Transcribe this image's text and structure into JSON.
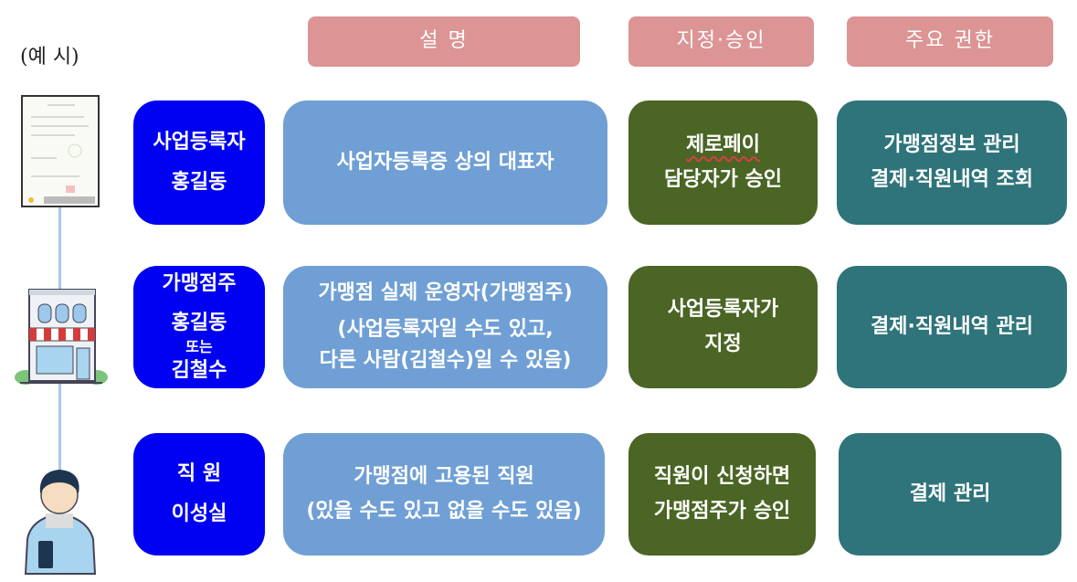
{
  "example_label": "(예 시)",
  "headers": [
    "설 명",
    "지정·승인",
    "주요 권한"
  ],
  "rows": [
    {
      "role": "사업등록자",
      "name_lines": [
        "홍길동"
      ],
      "description": [
        "사업자등록증 상의 대표자"
      ],
      "approval": [
        "제로페이",
        "담당자가 승인"
      ],
      "permissions": [
        "가맹점정보 관리",
        "결제·직원내역 조회"
      ],
      "icon": "business-registration-document-icon"
    },
    {
      "role": "가맹점주",
      "name_lines": [
        "홍길동",
        "또는",
        "김철수"
      ],
      "description": [
        "가맹점 실제 운영자(가맹점주)",
        "(사업등록자일 수도 있고,",
        "다른 사람(김철수)일 수 있음)"
      ],
      "approval": [
        "사업등록자가",
        "지정"
      ],
      "permissions": [
        "결제·직원내역 관리"
      ],
      "icon": "store-building-icon"
    },
    {
      "role": "직 원",
      "name_lines": [
        "이성실"
      ],
      "description": [
        "가맹점에 고용된 직원",
        "(있을 수도 있고 없을 수도 있음)"
      ],
      "approval": [
        "직원이 신청하면",
        "가맹점주가 승인"
      ],
      "permissions": [
        "결제 관리"
      ],
      "icon": "employee-person-icon"
    }
  ]
}
